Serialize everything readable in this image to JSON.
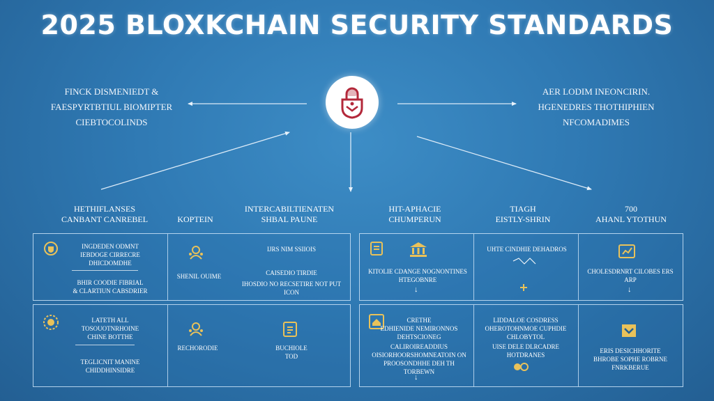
{
  "title": "2025 BLOXKCHAIN SECURITY STANDARDS",
  "left_text": [
    "FINCK DISMENIEDT &",
    "FAESPYRTBTIUL BIOMIPTER",
    "CIEBTOCOLINDS"
  ],
  "right_text": [
    "AER LODIM INEONCIRIN.",
    "HGENEDRES THOTHIPHIEN",
    "NFCOMADIMES"
  ],
  "hub_icon": "lock-shield-icon",
  "colors": {
    "background": "#2f79b3",
    "hub_icon": "#b3283a",
    "accent_gold": "#e9c25a",
    "line": "#dcebf8"
  },
  "column_headers": [
    [
      "HETHIFLANSES",
      "CANBANT CANREBEL"
    ],
    [
      "KOPTEIN"
    ],
    [
      "INTERCABILTIENATEN",
      "SHBAL PAUNE"
    ],
    [
      "HIT-APHACIE",
      "CHUMPERUN"
    ],
    [
      "TIAGH",
      "EISTLY-SHRIN"
    ],
    [
      "700",
      "AHANL YTOTHUN"
    ]
  ],
  "panels": {
    "left_top": {
      "c1": [
        "INGDEDEN ODMNT",
        "IEBDOGE CIRRECRE",
        "DHICDOMDHE",
        "BHIR COODIE FIBRIAL",
        "& CLARTIUN CABSDRIER"
      ],
      "c2": [
        "SHENIL OUIME"
      ],
      "c3": [
        "IJRS NIM SSIIOIS",
        "CAISEDIO TIRDIE",
        "IHOSDIO NO RECSETIRE NOT PUT",
        "ICON"
      ]
    },
    "left_bottom": {
      "c1": [
        "LATETH ALL",
        "TOSOUOTNRHOINE",
        "CHINE BOTTHE",
        "TEGLICNIT MANINE",
        "CHIDDHINSIDRE"
      ],
      "c2": [
        "RECHORODIE"
      ],
      "c3": [
        "BUCHIOLE",
        "TOD"
      ]
    },
    "right_top": {
      "c1": [
        "KITOLIE CDANGE NOGNONTINES",
        "HTEGOBNRE"
      ],
      "c2": [
        "UHTE CINDHIE DEHADROS"
      ],
      "c3": [
        "CHOLESDRNRT CILOBES ERS",
        "ARP"
      ]
    },
    "right_bottom": {
      "c1": [
        "CRETHE",
        "EDHIENIDE NEMIRONNOS",
        "DEHTSCIONEG",
        "CALIROIREADDIUS",
        "OISIORHOORSHOMNEATOIN ON",
        "PROOSONDHHE DEH TH",
        "TORBEWN"
      ],
      "c2": [
        "LIDDALOE COSDRESS",
        "OHEROTOHNMOE CUPHDIE",
        "CHLOBYTOL",
        "UISE DELE DLRCADRE",
        "HOTDRANES"
      ],
      "c3": [
        "ERIS DESICHHORITE",
        "BHROBE SOPHE ROBRNE",
        "FNRKBERUE"
      ]
    }
  }
}
